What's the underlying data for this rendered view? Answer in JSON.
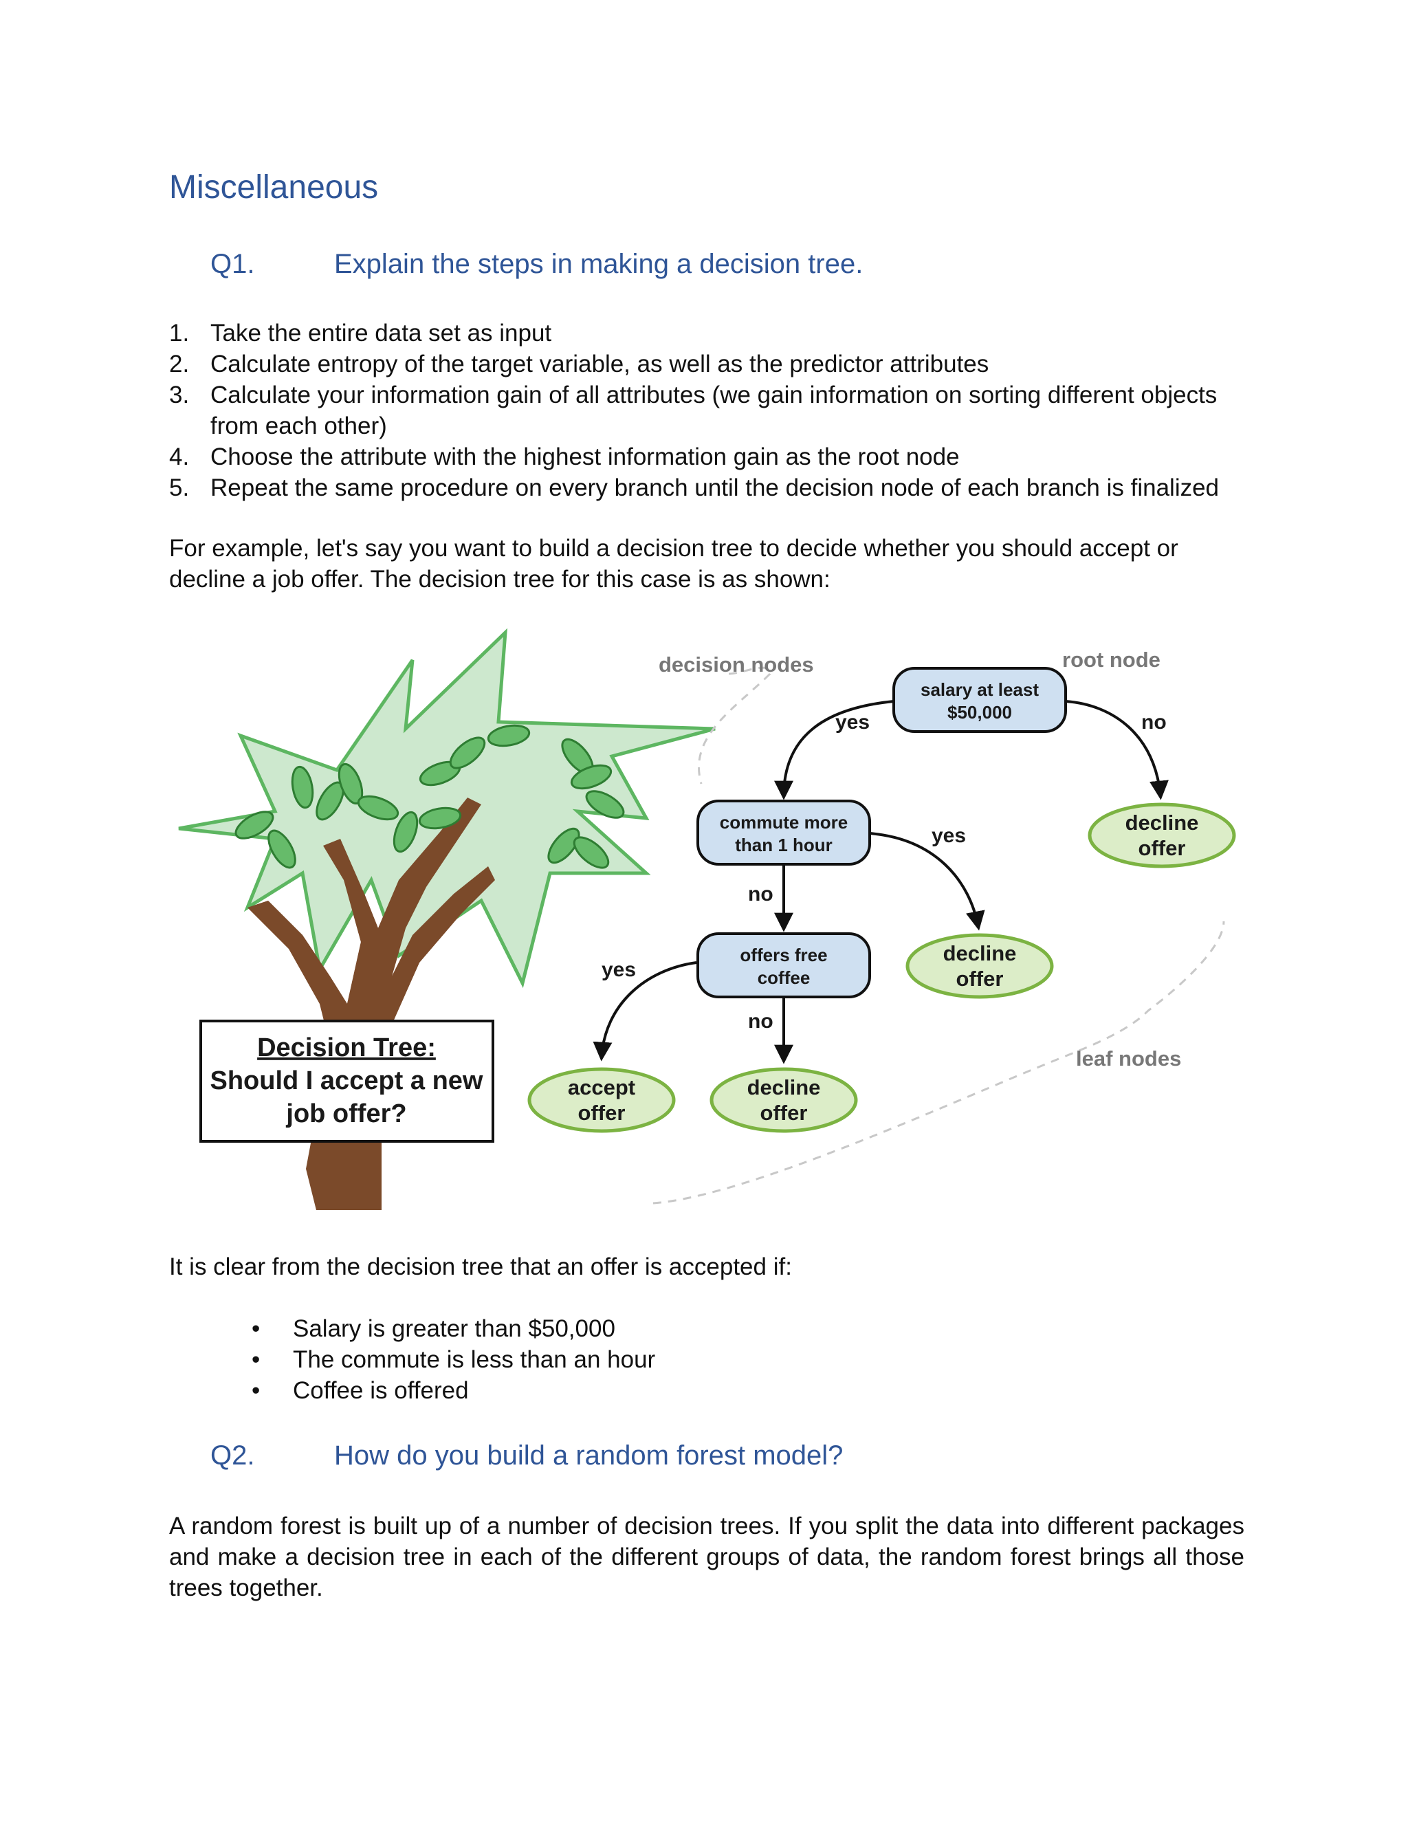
{
  "section": {
    "title": "Miscellaneous"
  },
  "q1": {
    "number": "Q1.",
    "title": "Explain the steps in making a decision tree.",
    "steps": [
      {
        "num": "1.",
        "text": "Take the entire data set as input"
      },
      {
        "num": "2.",
        "text": "Calculate entropy of the target variable, as well as the predictor attributes"
      },
      {
        "num": "3.",
        "text": "Calculate your information gain of all attributes (we gain information on sorting different objects from each other)"
      },
      {
        "num": "4.",
        "text": "Choose the attribute with the highest information gain as the root node"
      },
      {
        "num": "5.",
        "text": "Repeat the same procedure on every branch until the decision node of each branch is finalized"
      }
    ],
    "example_text": "For example, let's say you want to build a decision tree to decide whether you should accept or decline a job offer. The decision tree for this case is as shown:",
    "conclusion_text": "It is clear from the decision tree that an offer is accepted if:",
    "bullets": [
      "Salary is greater than $50,000",
      "The commute is less than an hour",
      "Coffee is offered"
    ]
  },
  "figure": {
    "sign_line1": "Decision Tree:",
    "sign_line2": "Should I accept a new",
    "sign_line3": "job offer?",
    "annot_decision_nodes": "decision nodes",
    "annot_root_node": "root node",
    "annot_leaf_nodes": "leaf nodes",
    "root_line1": "salary at least",
    "root_line2": "$50,000",
    "commute_line1": "commute more",
    "commute_line2": "than 1 hour",
    "coffee_line1": "offers free",
    "coffee_line2": "coffee",
    "leaf_decline1_a": "decline",
    "leaf_decline1_b": "offer",
    "leaf_decline2_a": "decline",
    "leaf_decline2_b": "offer",
    "leaf_decline3_a": "decline",
    "leaf_decline3_b": "offer",
    "leaf_accept_a": "accept",
    "leaf_accept_b": "offer",
    "edge_root_yes": "yes",
    "edge_root_no": "no",
    "edge_commute_yes": "yes",
    "edge_commute_no": "no",
    "edge_coffee_yes": "yes",
    "edge_coffee_no": "no",
    "colors": {
      "decision_fill": "#cfe0f1",
      "leaf_fill": "#dcedc8",
      "leaf_stroke": "#7cb342",
      "foliage": "#c8e6c9",
      "foliage_stroke": "#4caf50",
      "trunk": "#7b4a2a",
      "leaf_icon": "#66bb6a"
    }
  },
  "q2": {
    "number": "Q2.",
    "title": "How do you build a random forest model?",
    "text": "A random forest is built up of a number of decision trees. If you split the data into different packages and make a decision tree in each of the different groups of data, the random forest brings all those trees together."
  }
}
